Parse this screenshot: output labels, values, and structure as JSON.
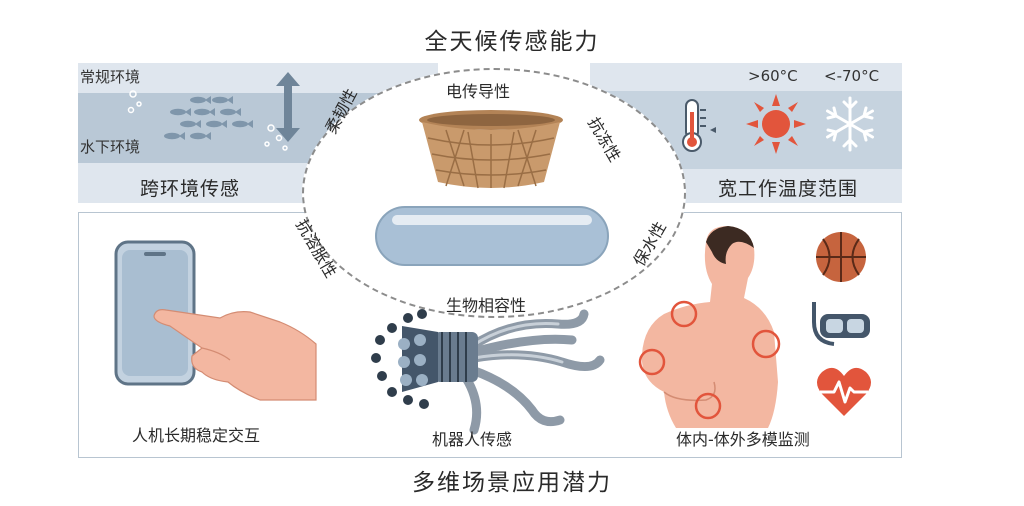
{
  "titles": {
    "top": "全天候传感能力",
    "bottom": "多维场景应用潜力"
  },
  "left_panel": {
    "label_normal": "常规环境",
    "label_underwater": "水下环境",
    "caption": "跨环境传感"
  },
  "right_panel": {
    "temp_high": ">60°C",
    "temp_low": "<-70°C",
    "caption": "宽工作温度范围"
  },
  "center": {
    "properties": {
      "conductivity": "电传导性",
      "flexibility": "柔韧性",
      "antifreeze": "抗冻性",
      "anti_swelling": "抗溶胀性",
      "water_retention": "保水性",
      "biocompatibility": "生物相容性"
    }
  },
  "applications": {
    "hmi": "人机长期稳定交互",
    "robot": "机器人传感",
    "body": "体内-体外多模监测"
  },
  "colors": {
    "band": "#dfe6ee",
    "water": "#b9c8d6",
    "frame": "#b8c5d1",
    "hydrogel": "#a9c0d6",
    "skin": "#f3b7a1",
    "basket": "#c99a6c",
    "accent_red": "#e2553c"
  }
}
